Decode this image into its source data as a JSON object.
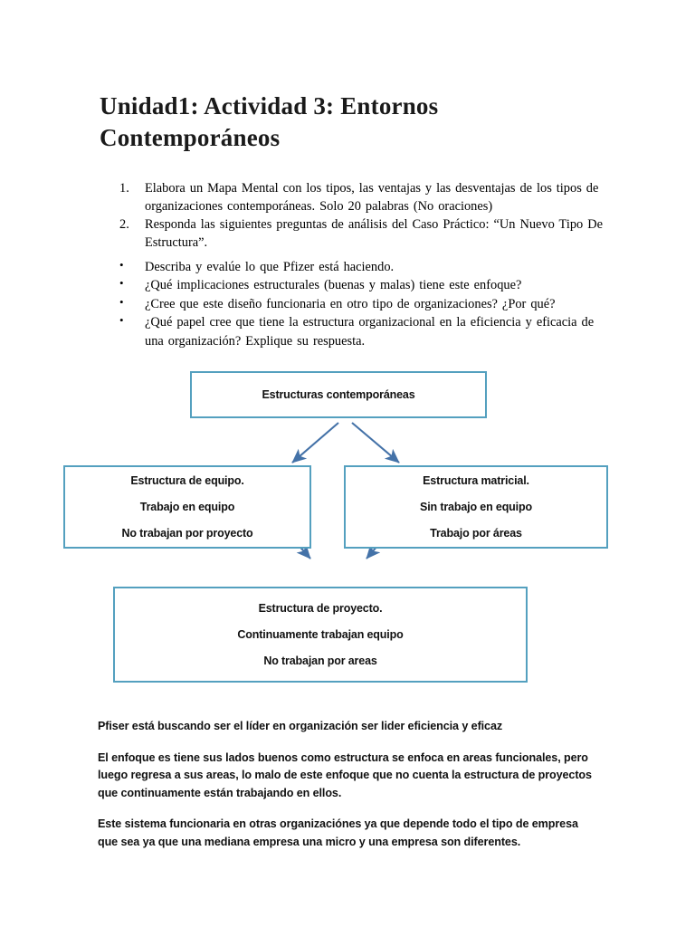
{
  "document": {
    "title": "Unidad1: Actividad 3: Entornos Contemporáneos",
    "numbered_items": [
      {
        "marker": "1.",
        "text": "Elabora un Mapa Mental con los tipos, las ventajas y las desventajas de los tipos de organizaciones contemporáneas. Solo 20 palabras (No oraciones)"
      },
      {
        "marker": "2.",
        "text": "Responda las siguientes preguntas de análisis del Caso Práctico: “Un Nuevo Tipo De Estructura”."
      }
    ],
    "bullet_marker": "•",
    "bullet_items": [
      "Describa y evalúe lo que Pfizer está haciendo.",
      "¿Qué implicaciones estructurales (buenas y malas) tiene este enfoque?",
      "¿Cree que este diseño funcionaria en otro tipo de organizaciones? ¿Por qué?",
      "¿Qué papel cree que tiene la estructura organizacional en la eficiencia y eficacia de una organización? Explique su respuesta."
    ],
    "diagram": {
      "border_color": "#54A0BF",
      "arrow_color": "#4472A8",
      "nodes": {
        "top": {
          "lines": [
            "Estructuras contemporáneas"
          ]
        },
        "left": {
          "lines": [
            "Estructura de equipo.",
            "Trabajo en equipo",
            "No trabajan por proyecto"
          ]
        },
        "right": {
          "lines": [
            "Estructura matricial.",
            "Sin trabajo en equipo",
            "Trabajo por áreas"
          ]
        },
        "bottom": {
          "lines": [
            "Estructura de proyecto.",
            "Continuamente trabajan equipo",
            "No trabajan por areas"
          ]
        }
      }
    },
    "answers": [
      "Pfiser está buscando ser el líder en organización ser lider eficiencia y eficaz",
      "El enfoque es tiene sus lados buenos como estructura se enfoca en areas funcionales, pero luego regresa a sus areas, lo malo de este enfoque que no cuenta la estructura de proyectos que continuamente están trabajando en ellos.",
      "Este sistema funcionaria en otras organizaciónes ya que depende todo el tipo de empresa que sea ya que una mediana empresa una micro y una empresa son diferentes."
    ]
  }
}
